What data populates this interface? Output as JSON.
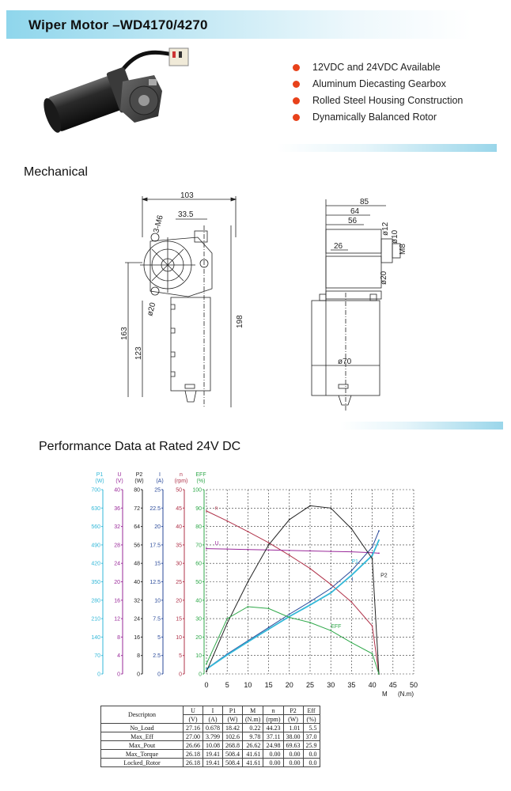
{
  "header": {
    "title": "Wiper Motor –WD4170/4270"
  },
  "features": [
    "12VDC and 24VDC Available",
    "Aluminum Diecasting Gearbox",
    "Rolled Steel Housing Construction",
    "Dynamically Balanced Rotor"
  ],
  "colors": {
    "bullet": "#e8411a",
    "accent": "#8fd6ec"
  },
  "mechanical": {
    "title": "Mechanical",
    "front_dims": {
      "width": "103",
      "offset": "33.5",
      "bolt": "3-M6",
      "dia": "ø20",
      "total_h": "198",
      "h1": "163",
      "h2": "123"
    },
    "side_dims": {
      "d85": "85",
      "d64": "64",
      "d56": "56",
      "d26": "26",
      "d12": "ø12",
      "d10": "ø10",
      "m8": "M8",
      "d20": "ø20",
      "d70": "ø70"
    }
  },
  "performance": {
    "title": "Performance Data at Rated 24V DC",
    "axes": [
      {
        "name": "P1",
        "unit": "(W)",
        "ticks": [
          "700",
          "630",
          "560",
          "490",
          "420",
          "350",
          "280",
          "210",
          "140",
          "70",
          "0"
        ],
        "color": "#33b8d8"
      },
      {
        "name": "U",
        "unit": "(V)",
        "ticks": [
          "40",
          "36",
          "32",
          "28",
          "24",
          "20",
          "16",
          "12",
          "8",
          "4",
          "0"
        ],
        "color": "#9a2a9a"
      },
      {
        "name": "P2",
        "unit": "(W)",
        "ticks": [
          "80",
          "72",
          "64",
          "56",
          "48",
          "40",
          "32",
          "24",
          "16",
          "8",
          "0"
        ],
        "color": "#222222"
      },
      {
        "name": "I",
        "unit": "(A)",
        "ticks": [
          "25",
          "22.5",
          "20",
          "17.5",
          "15",
          "12.5",
          "10",
          "7.5",
          "5",
          "2.5",
          "0"
        ],
        "color": "#2a4a9a"
      },
      {
        "name": "n",
        "unit": "(rpm)",
        "ticks": [
          "50",
          "45",
          "40",
          "35",
          "30",
          "25",
          "20",
          "15",
          "10",
          "5",
          "0"
        ],
        "color": "#b0334a"
      },
      {
        "name": "EFF",
        "unit": "(%)",
        "ticks": [
          "100",
          "90",
          "80",
          "70",
          "60",
          "50",
          "40",
          "30",
          "20",
          "10",
          "0"
        ],
        "color": "#2fa84a"
      }
    ],
    "x_ticks": [
      "0",
      "5",
      "10",
      "15",
      "20",
      "25",
      "30",
      "35",
      "40",
      "45",
      "50"
    ],
    "x_label": "M",
    "x_unit": "(N.m)",
    "curve_labels": {
      "n": "n",
      "U": "U",
      "I": "I",
      "P1": "P1",
      "P2": "P2",
      "EFF": "EFF"
    }
  },
  "chart_data": {
    "type": "line",
    "x": [
      0,
      5,
      10,
      15,
      20,
      25,
      30,
      35,
      40,
      41.6
    ],
    "xlabel": "M",
    "xlim": [
      0,
      50
    ],
    "series": [
      {
        "name": "n",
        "values": [
          44.2,
          41.5,
          38.6,
          35.6,
          32.2,
          28.6,
          24.3,
          19.5,
          13.0,
          0.0
        ]
      },
      {
        "name": "U",
        "values": [
          27.2,
          27.1,
          27.0,
          26.9,
          26.8,
          26.7,
          26.6,
          26.5,
          26.3,
          26.2
        ]
      },
      {
        "name": "I",
        "values": [
          0.7,
          2.7,
          4.5,
          6.3,
          8.1,
          9.8,
          11.6,
          14.0,
          17.2,
          19.4
        ]
      },
      {
        "name": "P1",
        "values": [
          18.4,
          72,
          122,
          170,
          218,
          262,
          308,
          375,
          450,
          508.4
        ]
      },
      {
        "name": "P2",
        "values": [
          1,
          22,
          40,
          56,
          67,
          73,
          72,
          63,
          50,
          0
        ]
      },
      {
        "name": "EFF",
        "values": [
          5.5,
          30,
          36.5,
          35.5,
          30.7,
          27.9,
          23.5,
          17,
          11,
          0
        ]
      }
    ],
    "ylims": {
      "P1": [
        0,
        700
      ],
      "U": [
        0,
        40
      ],
      "P2": [
        0,
        80
      ],
      "I": [
        0,
        25
      ],
      "n": [
        0,
        50
      ],
      "EFF": [
        0,
        100
      ]
    },
    "grid": true
  },
  "table": {
    "headers": [
      "Descripton",
      "U",
      "I",
      "P1",
      "M",
      "n",
      "P2",
      "Eff"
    ],
    "units": [
      "(V)",
      "(A)",
      "(W)",
      "(N.m)",
      "(rpm)",
      "(W)",
      "(%)"
    ],
    "rows": [
      {
        "label": "No_Load",
        "values": [
          "27.16",
          "0.678",
          "18.42",
          "0.22",
          "44.23",
          "1.01",
          "5.5"
        ]
      },
      {
        "label": "Max_Eff",
        "values": [
          "27.00",
          "3.799",
          "102.6",
          "9.78",
          "37.11",
          "38.00",
          "37.0"
        ]
      },
      {
        "label": "Max_Pout",
        "values": [
          "26.66",
          "10.08",
          "268.8",
          "26.62",
          "24.98",
          "69.63",
          "25.9"
        ]
      },
      {
        "label": "Max_Torque",
        "values": [
          "26.18",
          "19.41",
          "508.4",
          "41.61",
          "0.00",
          "0.00",
          "0.0"
        ]
      },
      {
        "label": "Locked_Rotor",
        "values": [
          "26.18",
          "19.41",
          "508.4",
          "41.61",
          "0.00",
          "0.00",
          "0.0"
        ]
      }
    ]
  }
}
